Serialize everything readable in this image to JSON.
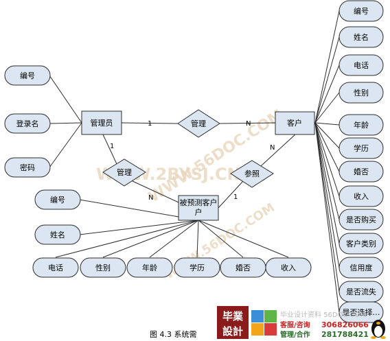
{
  "entities": {
    "admin": "管理员",
    "customer": "客户",
    "predicted_customer": "被预测客户"
  },
  "relations": {
    "manage_customer": "管理",
    "manage_predicted": "管理",
    "reference": "参照"
  },
  "cardinality": {
    "admin_manage": "1",
    "manage_customer": "N",
    "admin_manage2": "1",
    "manage2_predicted": "N",
    "predicted_reference": "1",
    "reference_customer": "N"
  },
  "admin_attributes": [
    "编号",
    "登录名",
    "密码"
  ],
  "customer_attributes": [
    "编号",
    "姓名",
    "电话",
    "性别",
    "年龄",
    "学历",
    "婚否",
    "收入",
    "是否购买",
    "客户类别",
    "信用度",
    "是否流失",
    "是否选择…"
  ],
  "predicted_attributes": [
    "编号",
    "姓名",
    "电话",
    "性别",
    "年龄",
    "学历",
    "婚否",
    "收入"
  ],
  "caption": "图 4.3  系统需",
  "watermark": {
    "line1": "WWW.56DOC.COM",
    "line2": "WWW.2BYSJ.CN",
    "line3": "WWW.56DOC.COM"
  },
  "badge": {
    "logo_top": "毕業",
    "logo_bottom": "設計",
    "site": "毕业设计资料 56DOC.COM",
    "service_label": "客服/咨询",
    "service_qq": "306826066",
    "manage_label": "管理/合作",
    "manage_qq": "281788421"
  }
}
